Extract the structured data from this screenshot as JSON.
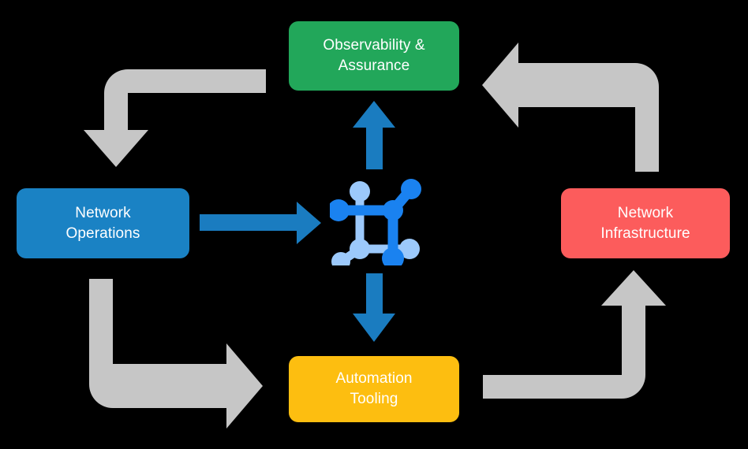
{
  "diagram": {
    "title": "Network operations lifecycle cycle diagram",
    "background_color": "#000000",
    "nodes": [
      {
        "id": "observability",
        "label": "Observability &\nAssurance",
        "color": "#22A75A",
        "text_color": "#FFFFFF",
        "position": "top"
      },
      {
        "id": "network-operations",
        "label": "Network\nOperations",
        "color": "#1A82C4",
        "text_color": "#FFFFFF",
        "position": "left"
      },
      {
        "id": "network-infrastructure",
        "label": "Network\nInfrastructure",
        "color": "#FC5C5C",
        "text_color": "#FFFFFF",
        "position": "right"
      },
      {
        "id": "automation-tooling",
        "label": "Automation\nTooling",
        "color": "#FDBE10",
        "text_color": "#FFFFFF",
        "position": "bottom"
      }
    ],
    "center_icon": {
      "name": "network-graph-icon",
      "light_color": "#9CC9FB",
      "accent_color": "#1A82F0"
    },
    "connectors": {
      "cycle_color": "#C6C6C6",
      "flow_color": "#1A7CC0",
      "cycle_arrows": [
        {
          "id": "observability-to-network-operations",
          "from": "observability",
          "to": "network-operations",
          "direction": "down"
        },
        {
          "id": "network-operations-to-automation-tooling",
          "from": "network-operations",
          "to": "automation-tooling",
          "direction": "right"
        },
        {
          "id": "automation-tooling-to-network-infrastructure",
          "from": "automation-tooling",
          "to": "network-infrastructure",
          "direction": "up"
        },
        {
          "id": "network-infrastructure-to-observability",
          "from": "network-infrastructure",
          "to": "observability",
          "direction": "left"
        }
      ],
      "flow_arrows": [
        {
          "id": "network-operations-to-center",
          "direction": "right"
        },
        {
          "id": "center-to-observability",
          "direction": "up"
        },
        {
          "id": "center-to-automation-tooling",
          "direction": "down"
        }
      ]
    }
  }
}
